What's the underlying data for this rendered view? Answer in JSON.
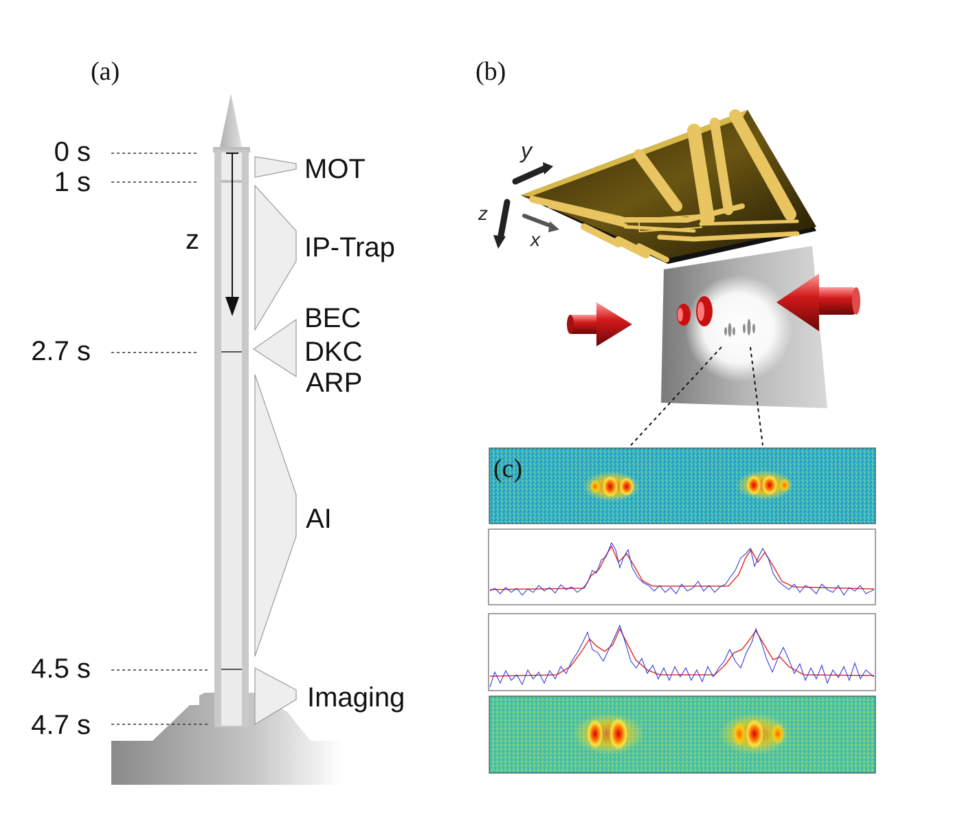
{
  "panels": {
    "a": {
      "label": "(a)"
    },
    "b": {
      "label": "(b)"
    },
    "c": {
      "label": "(c)"
    }
  },
  "timeline": {
    "times": [
      "0 s",
      "1 s",
      "2.7 s",
      "4.5 s",
      "4.7 s"
    ],
    "axis_label": "z",
    "phases": [
      "MOT",
      "IP-Trap",
      "BEC",
      "DKC",
      "ARP",
      "AI",
      "Imaging"
    ]
  },
  "axes3d": {
    "x": "x",
    "y": "y",
    "z": "z"
  },
  "colors": {
    "rocket_gray": "#c9c9c9",
    "rocket_light": "#e6e6e6",
    "chip_gold": "#e8c560",
    "laser_red": "#d11a1a",
    "trace_blue": "#1f2bd6",
    "trace_red": "#e0302a"
  }
}
